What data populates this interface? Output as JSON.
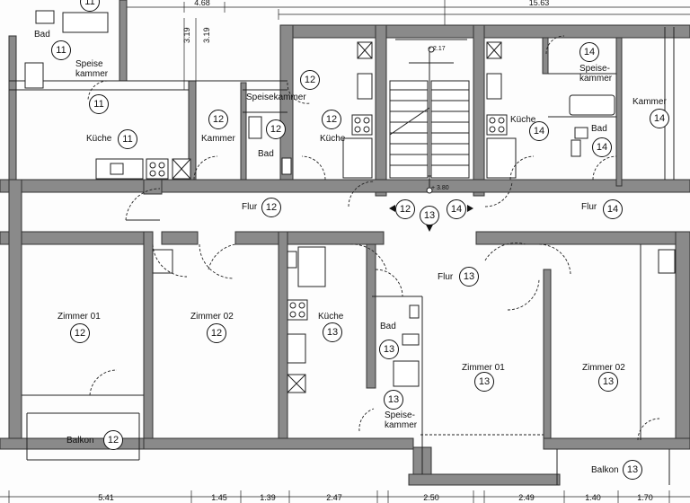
{
  "rooms": {
    "bad_11": "Bad",
    "speise_11a": "Speise",
    "speise_11b": "kammer",
    "kueche_11": "Küche",
    "kammer_12": "Kammer",
    "speise_12": "Speisekammer",
    "bad_12": "Bad",
    "kueche_12": "Küche",
    "flur_12": "Flur",
    "zimmer01_12": "Zimmer 01",
    "zimmer02_12": "Zimmer 02",
    "balkon_12": "Balkon",
    "kueche_13": "Küche",
    "flur_13": "Flur",
    "bad_13": "Bad",
    "speise_13a": "Speise-",
    "speise_13b": "kammer",
    "zimmer01_13": "Zimmer 01",
    "zimmer02_13": "Zimmer 02",
    "balkon_13": "Balkon",
    "speise_14a": "Speise-",
    "speise_14b": "kammer",
    "kammer_14": "Kammer",
    "kueche_14": "Küche",
    "bad_14": "Bad",
    "flur_14": "Flur"
  },
  "unit_numbers": {
    "u11": "11",
    "u12": "12",
    "u13": "13",
    "u14": "14"
  },
  "elevations": {
    "top": "+ 2.17",
    "bottom": "+ 3.80"
  },
  "dimensions_top": {
    "d1": "4.68",
    "d2": "15.63"
  },
  "dimensions_vertical": {
    "v1": "3.19",
    "v2": "3.19"
  },
  "dimensions_bottom": [
    "5.41",
    "1.45",
    "1.39",
    "2.47",
    "2.50",
    "2.49",
    "1.40",
    "1.70"
  ]
}
